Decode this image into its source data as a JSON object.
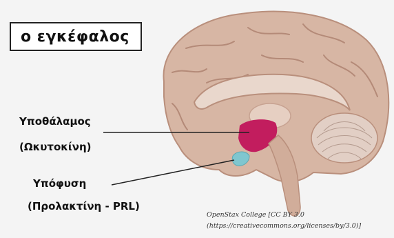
{
  "title": "ο εγκέφαλος",
  "labels": {
    "hypothalamus": "Υποθάλαμος",
    "hypothalamus_hormone": "(Ωκυτοκίνη)",
    "pituitary": "Υπόφυση",
    "pituitary_hormone": "(Προλακτίνη - PRL)"
  },
  "credit": {
    "line1": "OpenStax College [CC BY 3.0",
    "line2": "(https://creativecommons.org/licenses/by/3.0)]"
  },
  "colors": {
    "brain": "#d7b6a4",
    "brain_shadow": "#b98f7c",
    "hypothalamus": "#c21d5e",
    "pituitary": "#7fc6cf",
    "label_line": "#222222"
  }
}
